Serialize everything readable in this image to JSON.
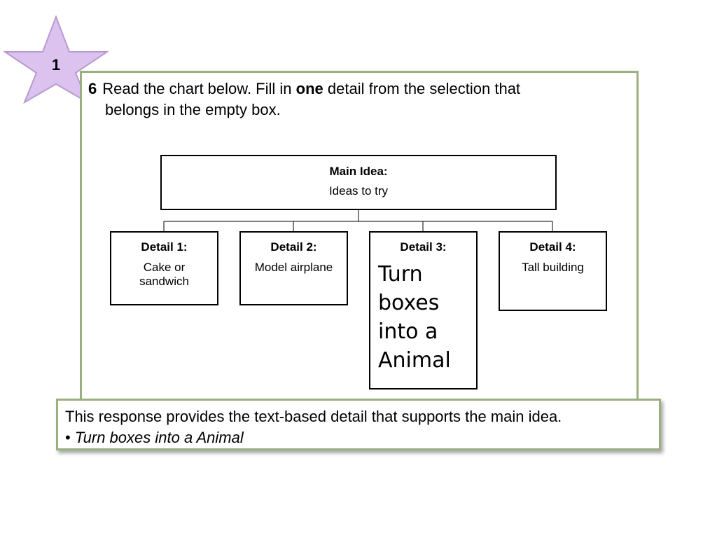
{
  "badge": {
    "number": "1",
    "star_color": "#dcc3ef",
    "star_stroke": "#b79ad0",
    "icon": "star-icon"
  },
  "question": {
    "number": "6",
    "text_before": "Read the chart below. Fill in",
    "emphasis": "one",
    "text_after": "detail from the selection that",
    "line2": "belongs in the empty box."
  },
  "main_idea": {
    "title": "Main Idea:",
    "text": "Ideas to try"
  },
  "details": [
    {
      "title": "Detail 1:",
      "text_line1": "Cake or",
      "text_line2": "sandwich"
    },
    {
      "title": "Detail 2:",
      "text": "Model airplane"
    },
    {
      "title": "Detail 3:",
      "handwritten": [
        "Turn",
        "boxes",
        "into a",
        "Animal"
      ]
    },
    {
      "title": "Detail 4:",
      "text": "Tall building"
    }
  ],
  "feedback": {
    "text": "This response provides the text-based detail that supports the main idea.",
    "bullet": "•",
    "bullet_text": "Turn boxes into a Animal"
  },
  "colors": {
    "frame": "#9bb07f"
  }
}
